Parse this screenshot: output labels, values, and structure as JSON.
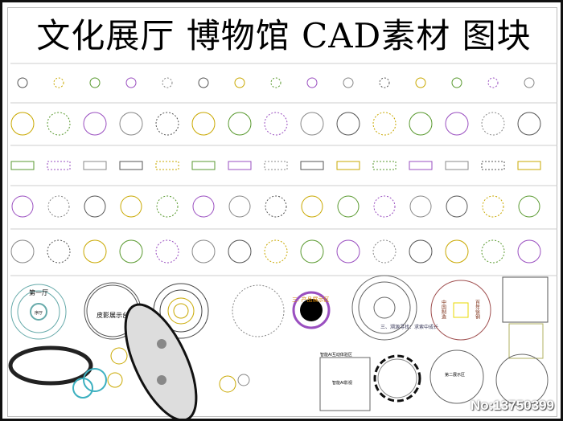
{
  "title": "文化展厅 博物馆 CAD素材 图块",
  "watermark": "No:13750399",
  "labels": {
    "hall_one": "第一厅",
    "prelude_hall": "序厅",
    "prelude_hall_small": "序厅",
    "shadow_puppet": "皮影展示台",
    "product_zone": "三. 产品展示区",
    "trace_origin": "三、溯源寻找：求索中成长",
    "made_in_china": "中国制造",
    "century": "百年徐钢",
    "ai_zone": "智能AI互动体验区",
    "ai_display": "智能AI影视",
    "second_zone": "第二展示区"
  },
  "colors": {
    "yellow": "#e8d800",
    "purple": "#9a4fc0",
    "teal": "#3cb0c0",
    "green": "#5a9a30",
    "dark": "#222222",
    "brown": "#7a2a10"
  }
}
